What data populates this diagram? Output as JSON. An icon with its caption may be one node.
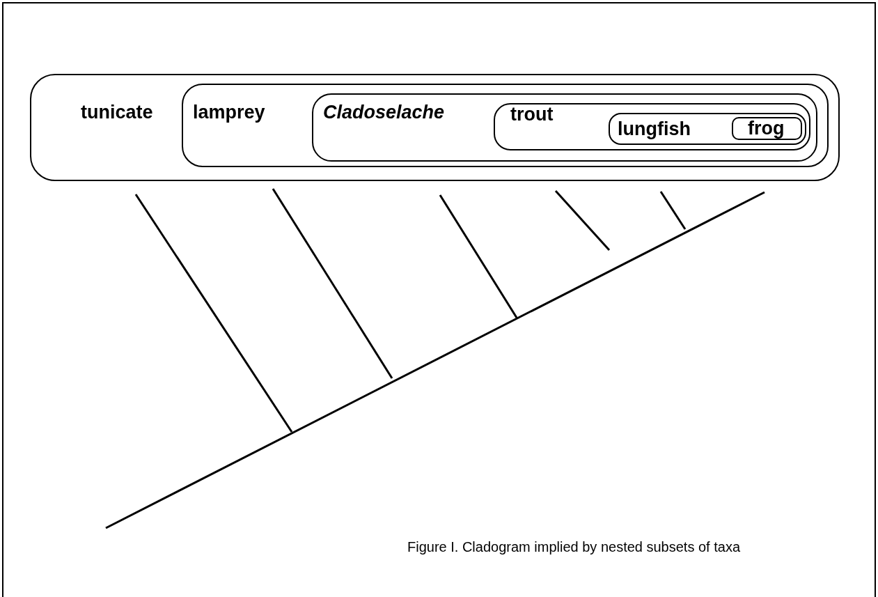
{
  "diagram": {
    "caption": "Figure I. Cladogram implied by nested subsets of taxa",
    "nodes": [
      {
        "text": [
          "tunicate"
        ]
      },
      {
        "text": [
          "lamprey"
        ],
        "in": 0
      },
      {
        "text": [
          "Cladoselache"
        ],
        "in": 1
      },
      {
        "text": [
          "trout"
        ],
        "in": 2
      },
      {
        "text": [
          "lungfish"
        ],
        "in": 3
      },
      {
        "text": [
          "frog"
        ],
        "in": 4
      }
    ]
  }
}
